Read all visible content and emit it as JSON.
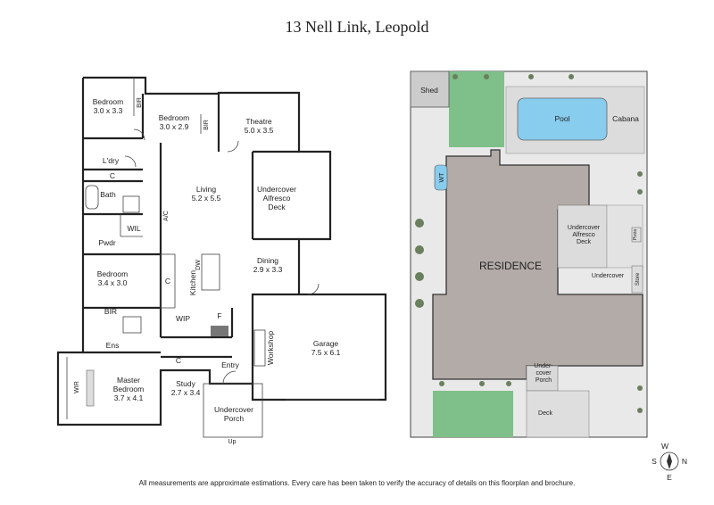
{
  "title": "13 Nell Link, Leopold",
  "disclaimer": "All measurements are approximate estimations. Every care has been taken to verify the accuracy of details on this floorplan and brochure.",
  "floorplan": {
    "rooms": [
      {
        "name": "Bedroom",
        "dims": "3.0 x 3.3"
      },
      {
        "name": "Bedroom",
        "dims": "3.0 x 2.9"
      },
      {
        "name": "Theatre",
        "dims": "5.0 x 3.5"
      },
      {
        "name": "Living",
        "dims": "5.2 x 5.5"
      },
      {
        "name": "Undercover",
        "line2": "Alfresco",
        "line3": "Deck"
      },
      {
        "name": "Bedroom",
        "dims": "3.4 x 3.0"
      },
      {
        "name": "Dining",
        "dims": "2.9 x 3.3"
      },
      {
        "name": "Garage",
        "dims": "7.5 x 6.1"
      },
      {
        "name": "Master",
        "line2": "Bedroom",
        "dims": "3.7 x 4.1"
      },
      {
        "name": "Study",
        "dims": "2.7 x 3.4"
      },
      {
        "name": "Undercover",
        "line2": "Porch"
      }
    ],
    "labels": {
      "bir1": "BIR",
      "bir2": "BIR",
      "bir3": "BIR",
      "ldry": "L'dry",
      "c1": "C",
      "c2": "C",
      "c3": "C",
      "bath": "Bath",
      "wil": "WIL",
      "pwdr": "Pwdr",
      "kitchen": "Kitchen",
      "wip": "WIP",
      "f": "F",
      "ens": "Ens",
      "wir": "WIR",
      "workshop": "Workshop",
      "entry": "Entry",
      "ac": "A/C",
      "dw": "DW",
      "up": "Up"
    }
  },
  "siteplan": {
    "residence": "RESIDENCE",
    "shed": "Shed",
    "pool": "Pool",
    "cabana": "Cabana",
    "wt": "WT",
    "alfresco": [
      "Undercover",
      "Alfresco",
      "Deck"
    ],
    "pizza": "Pizza",
    "undercover": "Undercover",
    "store": "Store",
    "porch": [
      "Under-",
      "cover",
      "Porch"
    ],
    "deck": "Deck"
  },
  "compass": {
    "n": "N",
    "s": "S",
    "e": "E",
    "w": "W"
  },
  "colors": {
    "residence": "#b3aba8",
    "lawn": "#7fbf8a",
    "pool": "#88ccee",
    "paving": "#dcdcdc",
    "site": "#e9e9e9"
  }
}
